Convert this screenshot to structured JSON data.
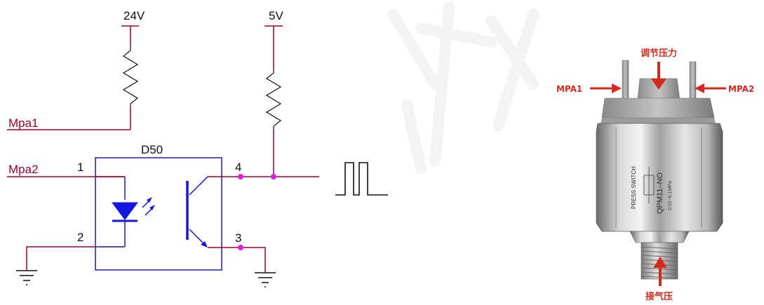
{
  "schematic": {
    "supply_24v": "24V",
    "supply_5v": "5V",
    "net_mpa1": "Mpa1",
    "net_mpa2": "Mpa2",
    "component": "D50",
    "pins": {
      "p1": "1",
      "p2": "2",
      "p3": "3",
      "p4": "4"
    }
  },
  "sensor_photo": {
    "label_top": "调节压力",
    "label_left": "MPA1",
    "label_right": "MPA2",
    "label_bottom": "接气压",
    "body_text_1": "PRESS SWITCH",
    "body_text_2": "QPM11–NO",
    "body_text_3": "0.02~0.1MPa"
  },
  "colors": {
    "wire": "#a00028",
    "outline": "#1a1ab0",
    "text": "#101010",
    "junction": "#e01ee0",
    "led": "#1515e0",
    "arrow": "#d42a1f"
  }
}
